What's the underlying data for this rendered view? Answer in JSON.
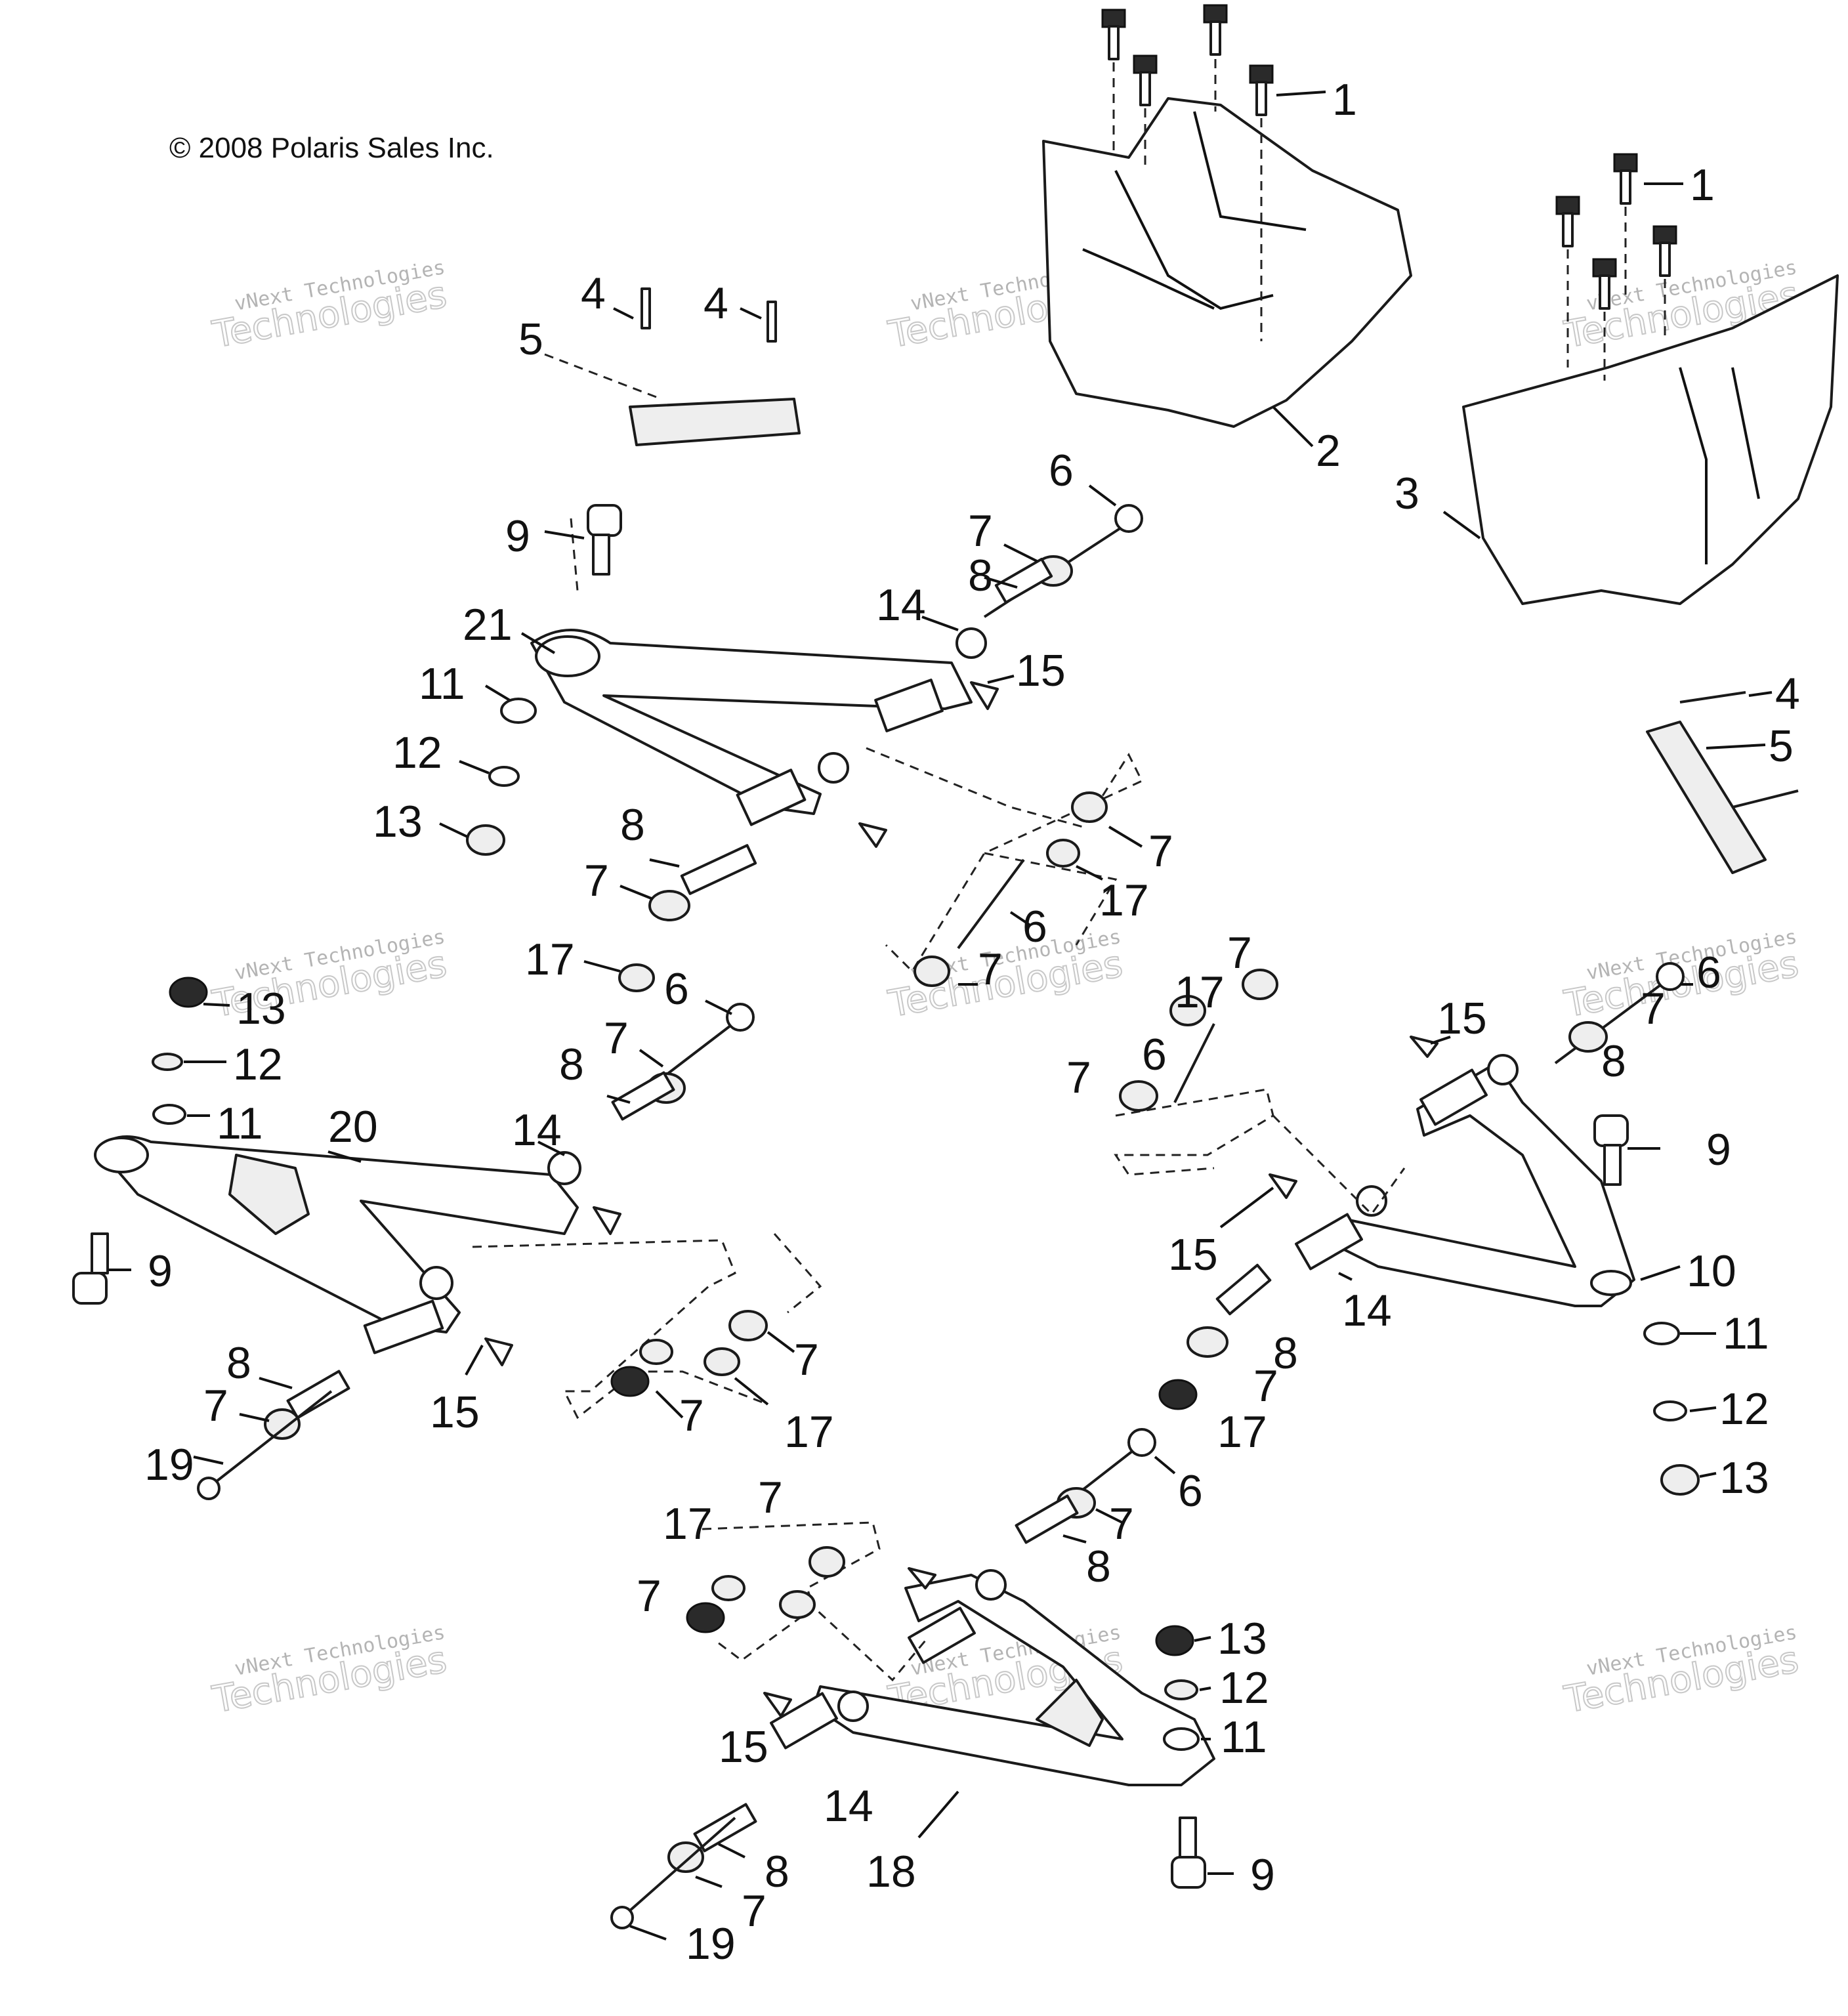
{
  "copyright": "© 2008 Polaris Sales Inc.",
  "watermark": {
    "line1": "vNext Technologies",
    "line2": "Technologies",
    "line3": "vNext"
  },
  "callouts": [
    {
      "id": "c1a",
      "text": "1"
    },
    {
      "id": "c1b",
      "text": "1"
    },
    {
      "id": "c2",
      "text": "2"
    },
    {
      "id": "c3",
      "text": "3"
    },
    {
      "id": "c4a",
      "text": "4"
    },
    {
      "id": "c4b",
      "text": "4"
    },
    {
      "id": "c4c",
      "text": "4"
    },
    {
      "id": "c5a",
      "text": "5"
    },
    {
      "id": "c5b",
      "text": "5"
    },
    {
      "id": "c6a",
      "text": "6"
    },
    {
      "id": "c6b",
      "text": "6"
    },
    {
      "id": "c6c",
      "text": "6"
    },
    {
      "id": "c6d",
      "text": "6"
    },
    {
      "id": "c6e",
      "text": "6"
    },
    {
      "id": "c6f",
      "text": "6"
    },
    {
      "id": "c7a",
      "text": "7"
    },
    {
      "id": "c7b",
      "text": "7"
    },
    {
      "id": "c7c",
      "text": "7"
    },
    {
      "id": "c7d",
      "text": "7"
    },
    {
      "id": "c7e",
      "text": "7"
    },
    {
      "id": "c7f",
      "text": "7"
    },
    {
      "id": "c7g",
      "text": "7"
    },
    {
      "id": "c7h",
      "text": "7"
    },
    {
      "id": "c7i",
      "text": "7"
    },
    {
      "id": "c7j",
      "text": "7"
    },
    {
      "id": "c7k",
      "text": "7"
    },
    {
      "id": "c7l",
      "text": "7"
    },
    {
      "id": "c7m",
      "text": "7"
    },
    {
      "id": "c7n",
      "text": "7"
    },
    {
      "id": "c7o",
      "text": "7"
    },
    {
      "id": "c7p",
      "text": "7"
    },
    {
      "id": "c8a",
      "text": "8"
    },
    {
      "id": "c8b",
      "text": "8"
    },
    {
      "id": "c8c",
      "text": "8"
    },
    {
      "id": "c8d",
      "text": "8"
    },
    {
      "id": "c8e",
      "text": "8"
    },
    {
      "id": "c8f",
      "text": "8"
    },
    {
      "id": "c8g",
      "text": "8"
    },
    {
      "id": "c8h",
      "text": "8"
    },
    {
      "id": "c9a",
      "text": "9"
    },
    {
      "id": "c9b",
      "text": "9"
    },
    {
      "id": "c9c",
      "text": "9"
    },
    {
      "id": "c9d",
      "text": "9"
    },
    {
      "id": "c10",
      "text": "10"
    },
    {
      "id": "c11a",
      "text": "11"
    },
    {
      "id": "c11b",
      "text": "11"
    },
    {
      "id": "c11c",
      "text": "11"
    },
    {
      "id": "c11d",
      "text": "11"
    },
    {
      "id": "c12a",
      "text": "12"
    },
    {
      "id": "c12b",
      "text": "12"
    },
    {
      "id": "c12c",
      "text": "12"
    },
    {
      "id": "c12d",
      "text": "12"
    },
    {
      "id": "c13a",
      "text": "13"
    },
    {
      "id": "c13b",
      "text": "13"
    },
    {
      "id": "c13c",
      "text": "13"
    },
    {
      "id": "c13d",
      "text": "13"
    },
    {
      "id": "c14a",
      "text": "14"
    },
    {
      "id": "c14b",
      "text": "14"
    },
    {
      "id": "c14c",
      "text": "14"
    },
    {
      "id": "c14d",
      "text": "14"
    },
    {
      "id": "c15a",
      "text": "15"
    },
    {
      "id": "c15b",
      "text": "15"
    },
    {
      "id": "c15c",
      "text": "15"
    },
    {
      "id": "c15d",
      "text": "15"
    },
    {
      "id": "c15e",
      "text": "15"
    },
    {
      "id": "c17a",
      "text": "17"
    },
    {
      "id": "c17b",
      "text": "17"
    },
    {
      "id": "c17c",
      "text": "17"
    },
    {
      "id": "c17d",
      "text": "17"
    },
    {
      "id": "c17e",
      "text": "17"
    },
    {
      "id": "c17f",
      "text": "17"
    },
    {
      "id": "c18",
      "text": "18"
    },
    {
      "id": "c19a",
      "text": "19"
    },
    {
      "id": "c19b",
      "text": "19"
    },
    {
      "id": "c20",
      "text": "20"
    },
    {
      "id": "c21",
      "text": "21"
    }
  ]
}
